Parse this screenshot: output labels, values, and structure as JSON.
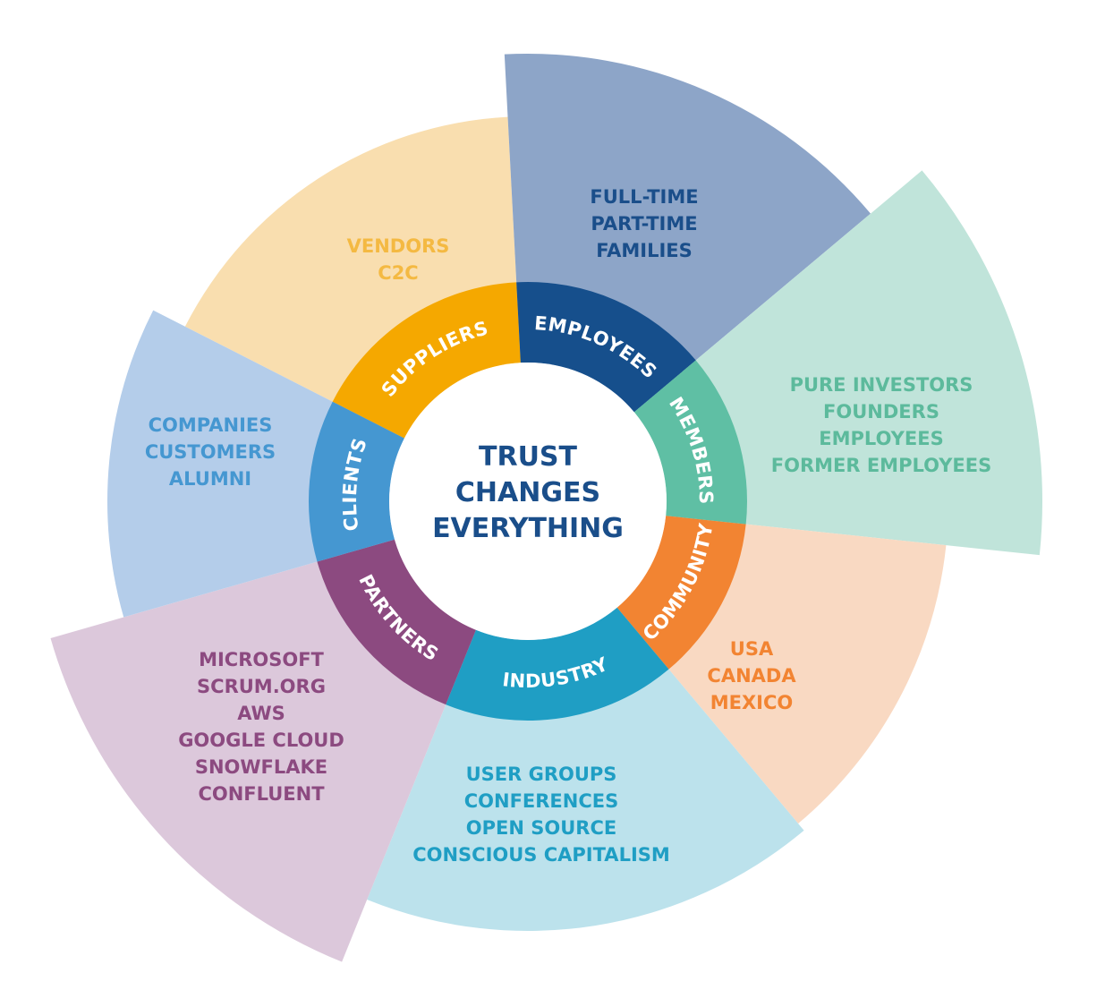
{
  "center": {
    "lines": [
      "TRUST",
      "CHANGES",
      "EVERYTHING"
    ],
    "color": "#1a4e8a"
  },
  "segments": [
    {
      "id": "suppliers",
      "label": "SUPPLIERS",
      "inner_color": "#f5a800",
      "outer_color": "#f9deaf",
      "text_color": "#f4b942",
      "items": [
        "VENDORS",
        "C2C"
      ]
    },
    {
      "id": "employees",
      "label": "EMPLOYEES",
      "inner_color": "#164f8c",
      "outer_color": "#8da5c8",
      "text_color": "#1a4e8a",
      "items": [
        "FULL-TIME",
        "PART-TIME",
        "FAMILIES"
      ]
    },
    {
      "id": "members",
      "label": "MEMBERS",
      "inner_color": "#5fbfa4",
      "outer_color": "#c0e4da",
      "text_color": "#5cba9c",
      "items": [
        "PURE INVESTORS",
        "FOUNDERS",
        "EMPLOYEES",
        "FORMER EMPLOYEES"
      ]
    },
    {
      "id": "community",
      "label": "COMMUNITY",
      "inner_color": "#f28432",
      "outer_color": "#f9d9c2",
      "text_color": "#f28432",
      "items": [
        "USA",
        "CANADA",
        "MEXICO"
      ]
    },
    {
      "id": "industry",
      "label": "INDUSTRY",
      "inner_color": "#1f9ec4",
      "outer_color": "#bce2ec",
      "text_color": "#1f9ec4",
      "items": [
        "USER GROUPS",
        "CONFERENCES",
        "OPEN SOURCE",
        "CONSCIOUS CAPITALISM"
      ]
    },
    {
      "id": "partners",
      "label": "PARTNERS",
      "inner_color": "#8c4a80",
      "outer_color": "#dcc8db",
      "text_color": "#8c4a80",
      "items": [
        "MICROSOFT",
        "SCRUM.ORG",
        "AWS",
        "GOOGLE CLOUD",
        "SNOWFLAKE",
        "CONFLUENT"
      ]
    },
    {
      "id": "clients",
      "label": "CLIENTS",
      "inner_color": "#4597d1",
      "outer_color": "#b4cdea",
      "text_color": "#4597d1",
      "items": [
        "COMPANIES",
        "CUSTOMERS",
        "ALUMNI"
      ]
    }
  ]
}
